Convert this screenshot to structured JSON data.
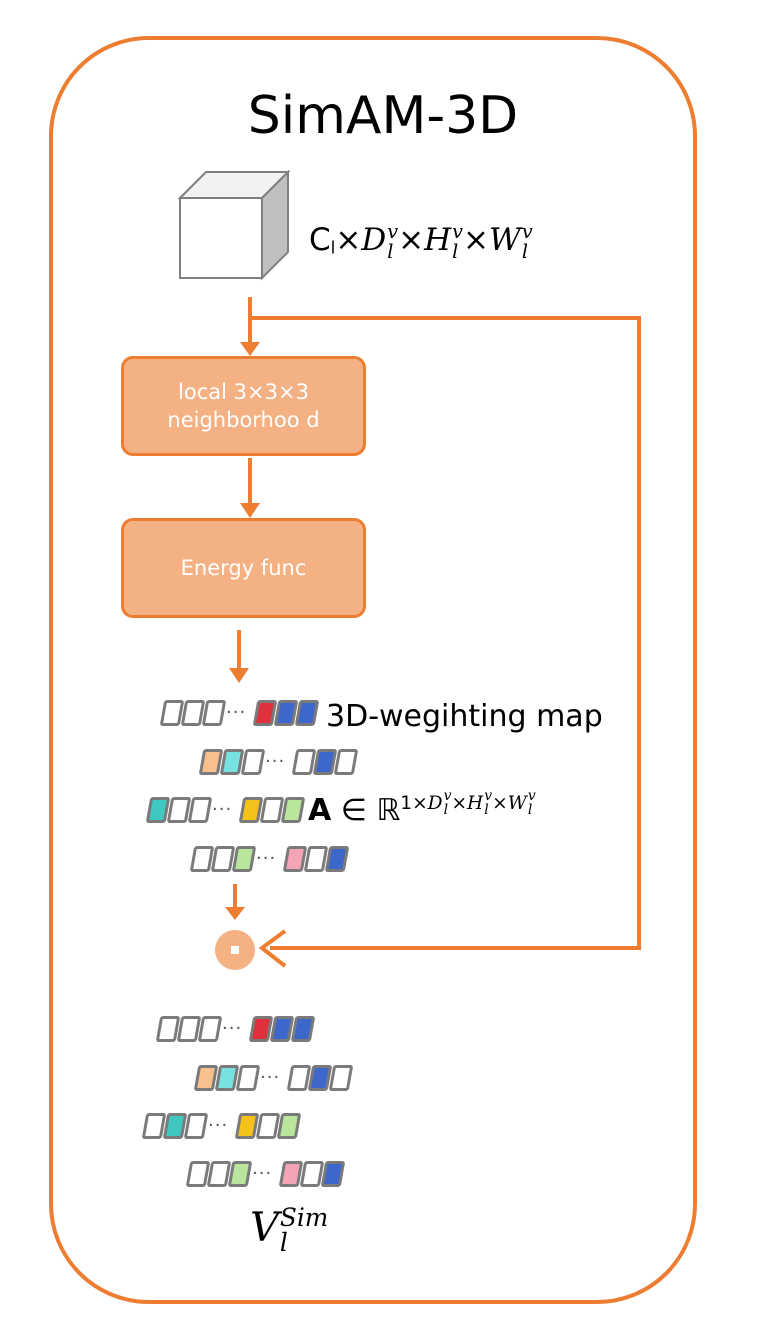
{
  "title": "SimAM-3D",
  "input_dims": {
    "c": "C",
    "c_sub": "l",
    "times": "×",
    "d": "D",
    "h": "H",
    "w": "W",
    "sup": "v",
    "sub": "l"
  },
  "boxes": {
    "neighborhood": "local 3×3×3 neighborhoo d",
    "energy": "Energy func"
  },
  "weighting_map_label": "3D-wegihting map",
  "weight_symbol": {
    "a": "A",
    "in": "∈",
    "r": "ℝ",
    "one": "1",
    "times": "×",
    "d": "D",
    "h": "H",
    "w": "W",
    "sup": "v",
    "sub": "l"
  },
  "output_label": {
    "v": "V",
    "sub": "l",
    "sup": "Sim"
  },
  "multiply_symbol": "⊙",
  "colors": {
    "accent": "#ed7d31",
    "box_fill": "#f4b183",
    "circle_fill": "#f4b183",
    "red": "#e0303c",
    "blue": "#3e67cc",
    "peach": "#f9c08f",
    "cyan": "#78e2e2",
    "teal": "#3ec8c0",
    "yellow": "#f5c21b",
    "lightgreen": "#b9e59c",
    "pink": "#f4a4b4"
  },
  "cell_rows": {
    "weighting_map": [
      [
        "",
        "",
        "",
        "dots",
        "red",
        "blue",
        "blue"
      ],
      [
        "peach",
        "cyan",
        "",
        "dots",
        "",
        "blue",
        ""
      ],
      [
        "teal",
        "",
        "",
        "dots",
        "yellow",
        "",
        "lightgreen"
      ],
      [
        "",
        "",
        "lightgreen",
        "dots",
        "pink",
        "",
        "blue"
      ]
    ],
    "output": [
      [
        "",
        "",
        "",
        "dots",
        "red",
        "blue",
        "blue"
      ],
      [
        "peach",
        "cyan",
        "",
        "dots",
        "",
        "blue",
        ""
      ],
      [
        "",
        "teal",
        "",
        "dots",
        "yellow",
        "",
        "lightgreen"
      ],
      [
        "",
        "",
        "lightgreen",
        "dots",
        "pink",
        "",
        "blue"
      ]
    ]
  }
}
